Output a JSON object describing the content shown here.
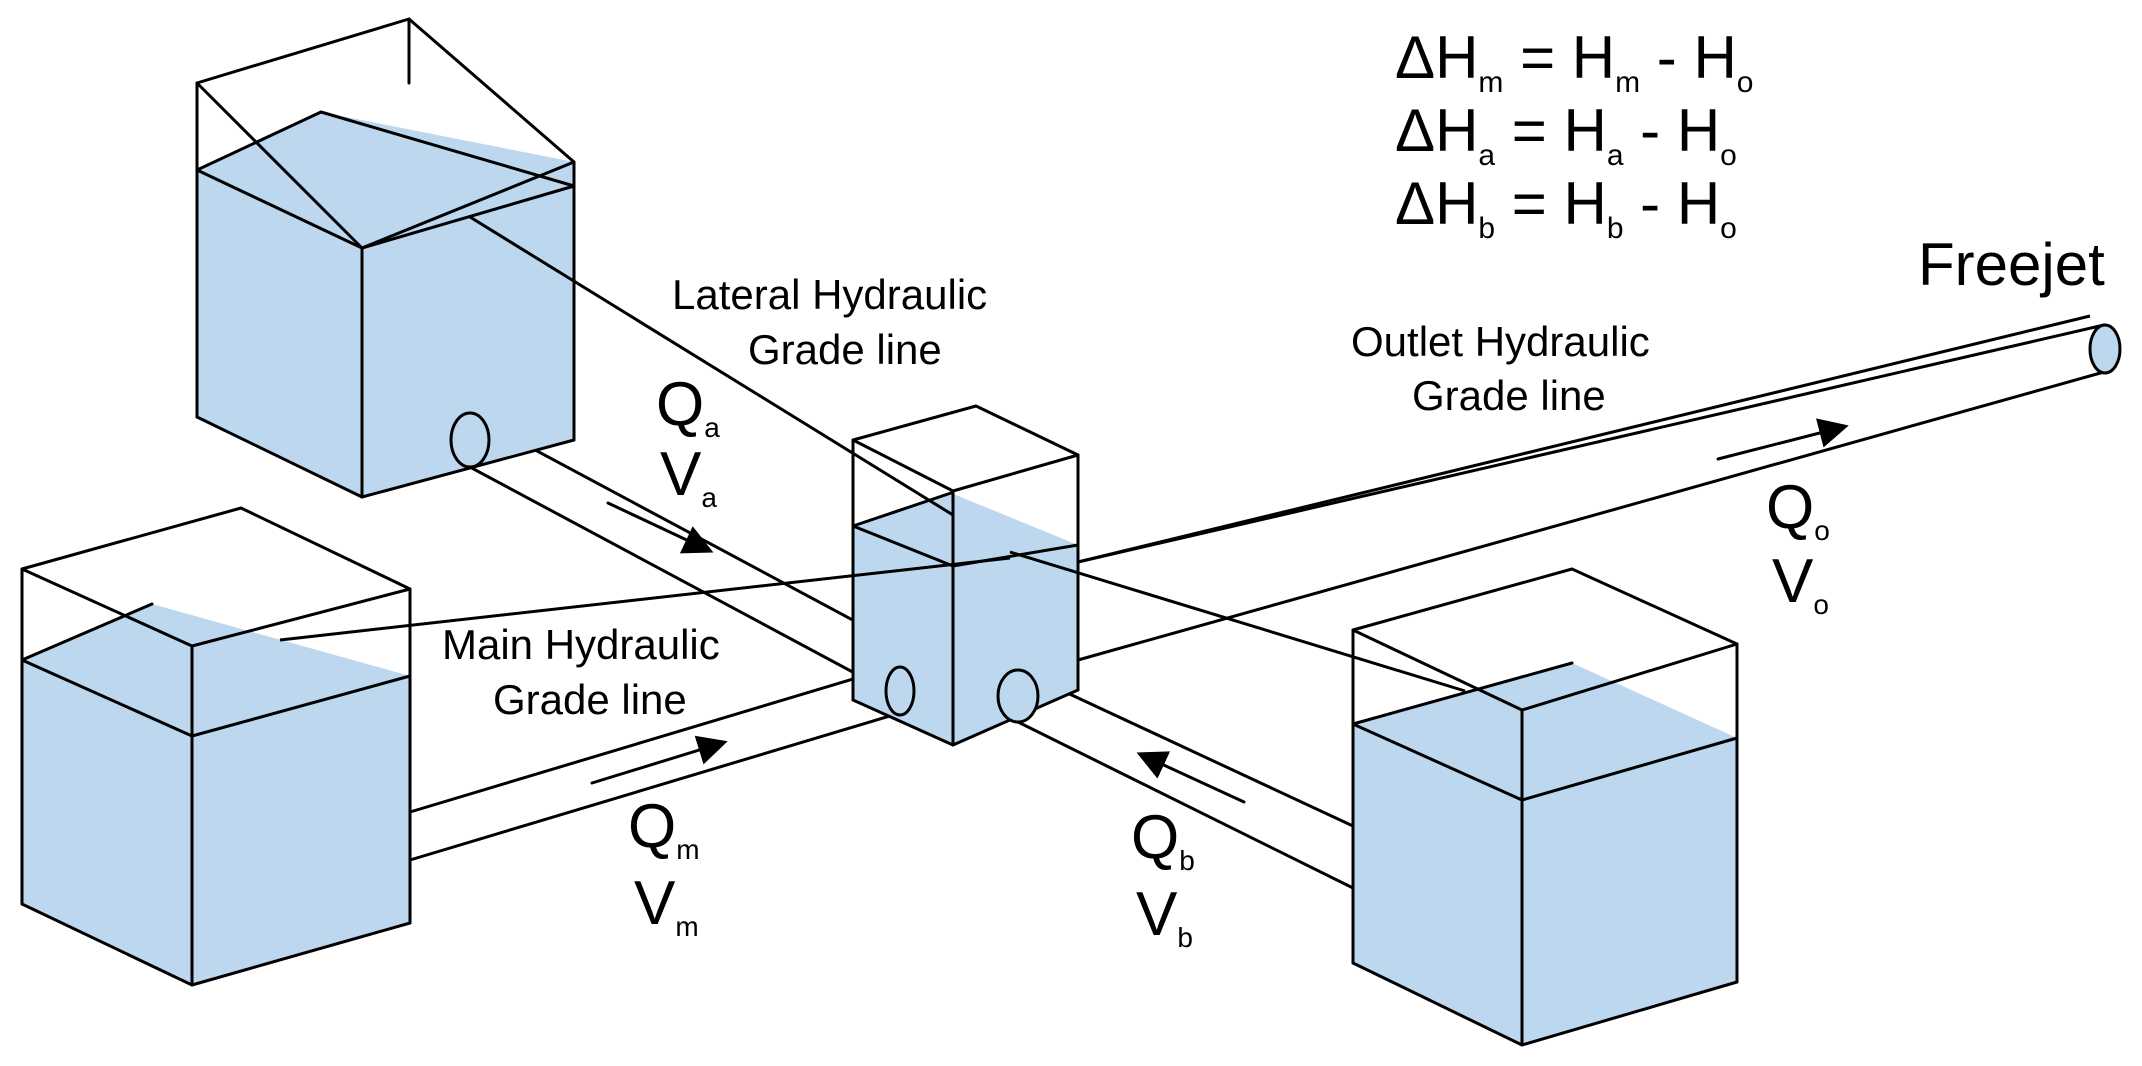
{
  "equations": [
    {
      "lhs": "ΔH",
      "lhs_sub": "m",
      "mid": " = H",
      "mid_sub": "m",
      "tail": " - H",
      "tail_sub": "o"
    },
    {
      "lhs": "ΔH",
      "lhs_sub": "a",
      "mid": " = H",
      "mid_sub": "a",
      "tail": " - H",
      "tail_sub": "o"
    },
    {
      "lhs": "ΔH",
      "lhs_sub": "b",
      "mid": " = H",
      "mid_sub": "b",
      "tail": " - H",
      "tail_sub": "o"
    }
  ],
  "labels": {
    "freejet": "Freejet",
    "lateral_hgl": [
      "Lateral Hydraulic",
      "Grade line"
    ],
    "outlet_hgl": [
      "Outlet Hydraulic",
      "Grade line"
    ],
    "main_hgl": [
      "Main Hydraulic",
      "Grade line"
    ]
  },
  "flows": {
    "a": {
      "q": "Q",
      "v": "V",
      "sub": "a"
    },
    "m": {
      "q": "Q",
      "v": "V",
      "sub": "m"
    },
    "b": {
      "q": "Q",
      "v": "V",
      "sub": "b"
    },
    "o": {
      "q": "Q",
      "v": "V",
      "sub": "o"
    }
  },
  "colors": {
    "water": "#bdd7ee",
    "line": "#000000",
    "background": "#ffffff"
  }
}
